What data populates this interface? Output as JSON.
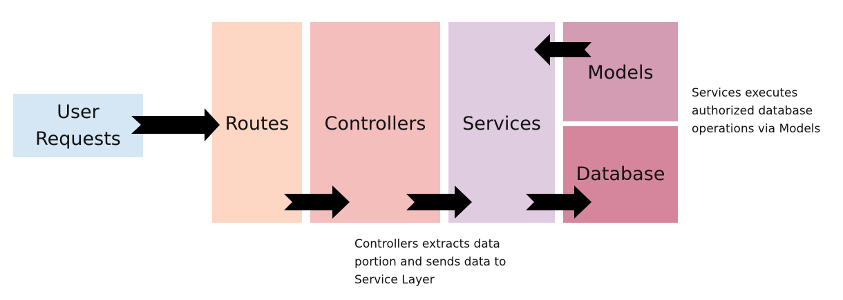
{
  "diagram": {
    "nodes": {
      "user_requests": "User\nRequests",
      "routes": "Routes",
      "controllers": "Controllers",
      "services": "Services",
      "models": "Models",
      "database": "Database"
    },
    "notes": {
      "services_models": "Services executes\nauthorized database\noperations via Models",
      "controllers_data": "Controllers extracts data\nportion and sends data to\nService Layer"
    },
    "colors": {
      "user_requests": "#d5e7f4",
      "routes": "#fdd6c4",
      "controllers": "#f4bebd",
      "services": "#dfcce0",
      "models": "#d39cb3",
      "database": "#d6869c",
      "arrow": "#000000"
    },
    "edges": [
      {
        "from": "user_requests",
        "to": "routes"
      },
      {
        "from": "routes",
        "to": "controllers"
      },
      {
        "from": "controllers",
        "to": "services"
      },
      {
        "from": "services",
        "to": "database"
      },
      {
        "from": "models",
        "to": "services"
      }
    ]
  }
}
